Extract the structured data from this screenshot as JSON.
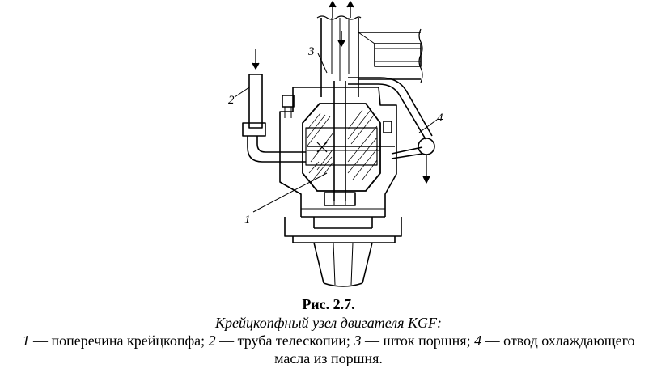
{
  "figure": {
    "labels": [
      "1",
      "2",
      "3",
      "4"
    ]
  },
  "caption": {
    "number": "Рис. 2.7.",
    "title": "Крейцкопфный узел двигателя KGF:",
    "legend": [
      {
        "num": "1",
        "text": " — поперечина крейцкопфа; "
      },
      {
        "num": "2",
        "text": " — труба телескопии; "
      },
      {
        "num": "3",
        "text": " — шток поршня; "
      },
      {
        "num": "4",
        "text": " — отвод охлаждающего масла из поршня."
      }
    ]
  }
}
